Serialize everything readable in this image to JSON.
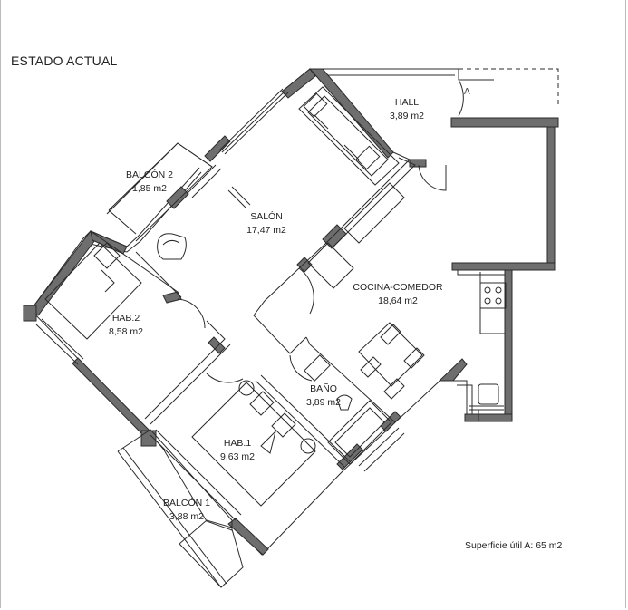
{
  "title": "ESTADO ACTUAL",
  "rooms": [
    {
      "name": "HALL",
      "area": "3,89 m2"
    },
    {
      "name": "BALCÓN 2",
      "area": "1,85 m2"
    },
    {
      "name": "SALÓN",
      "area": "17,47 m2"
    },
    {
      "name": "COCINA-COMEDOR",
      "area": "18,64 m2"
    },
    {
      "name": "HAB.2",
      "area": "8,58 m2"
    },
    {
      "name": "BAÑO",
      "area": "3,89 m2"
    },
    {
      "name": "HAB.1",
      "area": "9,63 m2"
    },
    {
      "name": "BALCÓN 1",
      "area": "3,88 m2"
    }
  ],
  "door_tag": "A",
  "summary": "Superficie útil A: 65 m2",
  "colors": {
    "wall": "#2b2b2b",
    "wall_fill": "#7a7a7a",
    "line": "#555555"
  }
}
